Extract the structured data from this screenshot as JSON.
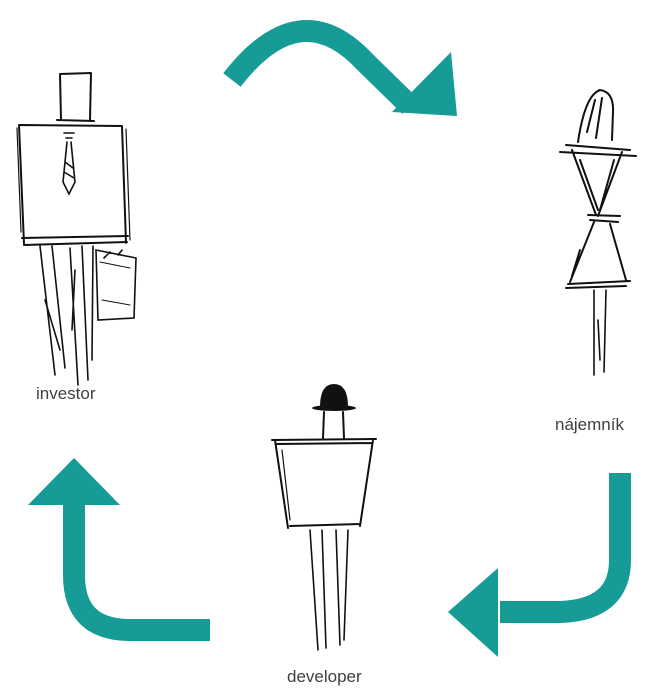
{
  "labels": {
    "investor": "investor",
    "tenant": "nájemník",
    "developer": "developer"
  },
  "colors": {
    "arrow": "#169b96",
    "sketch": "#111111",
    "text": "#404040"
  },
  "icons": [
    "investor-figure-icon",
    "tenant-figure-icon",
    "developer-figure-icon",
    "cycle-arrow-icon"
  ]
}
